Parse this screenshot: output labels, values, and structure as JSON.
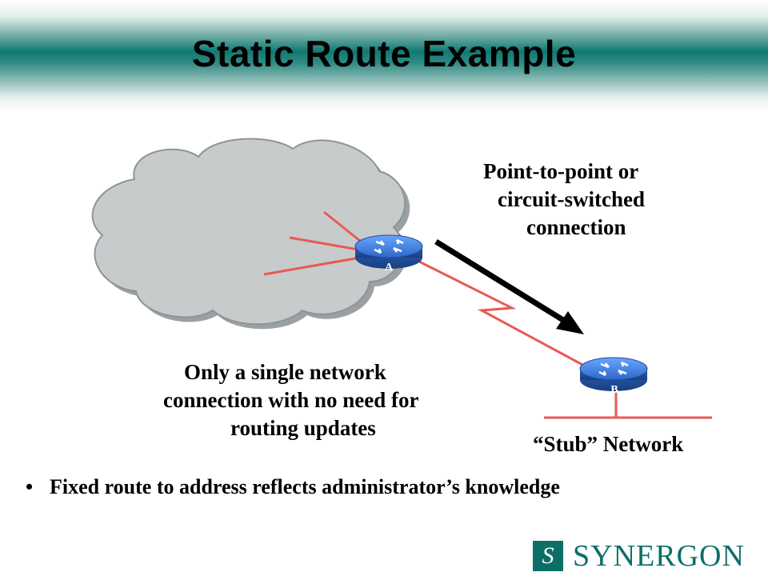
{
  "title": "Static Route Example",
  "labels": {
    "connection_type": [
      "Point-to-point or",
      "circuit-switched",
      "connection"
    ],
    "single_connection": [
      "Only a single network",
      "connection with no need for",
      "routing updates"
    ],
    "stub_network": "“Stub” Network"
  },
  "routers": {
    "a": "A",
    "b": "B"
  },
  "bullets": [
    "Fixed route to address reflects administrator’s knowledge"
  ],
  "logo": {
    "mark": "S",
    "text": "SYNERGON"
  },
  "colors": {
    "header_teal": "#0f7a71",
    "cloud_fill": "#c7cbcc",
    "link_red": "#e85a55",
    "router_blue": "#2f6fcf",
    "logo_teal": "#0b6f68"
  }
}
